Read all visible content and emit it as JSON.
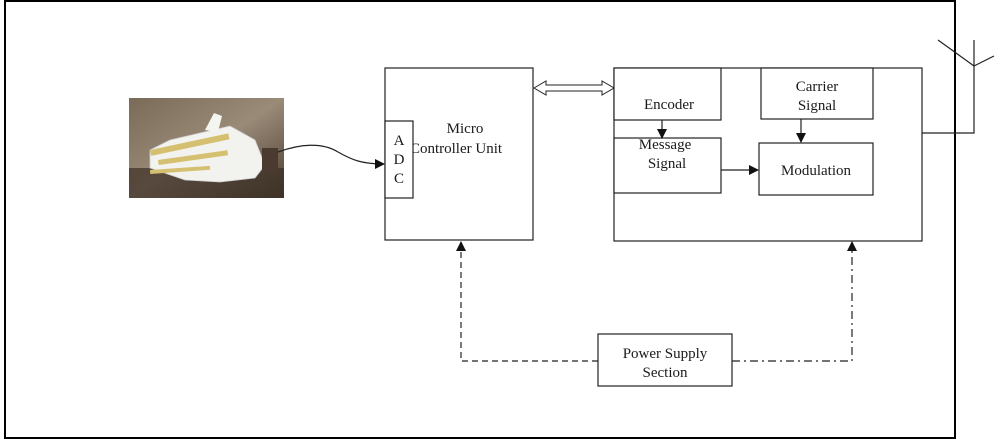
{
  "mcu": {
    "label_line1": "Micro",
    "label_line2": "Controller Unit",
    "adc_letters": [
      "A",
      "D",
      "C"
    ]
  },
  "transmitter": {
    "encoder_label": "Encoder",
    "message_line1": "Message",
    "message_line2": "Signal",
    "carrier_line1": "Carrier",
    "carrier_line2": "Signal",
    "modulation_label": "Modulation"
  },
  "power": {
    "label_line1": "Power Supply",
    "label_line2": "Section"
  },
  "colors": {
    "line": "#222222",
    "frame": "#000000"
  }
}
